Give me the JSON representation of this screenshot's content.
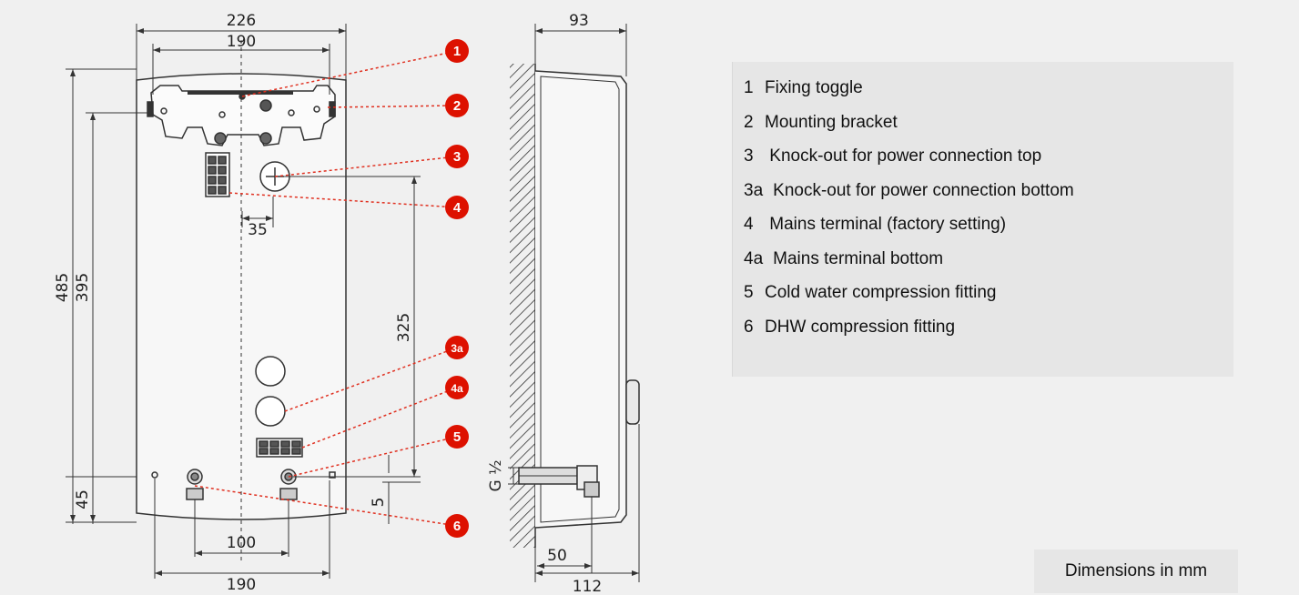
{
  "dimensions": {
    "front_width": "226",
    "bracket_width": "190",
    "height_total": "485",
    "height_bracket": "395",
    "offset_35": "35",
    "knockout_height": "325",
    "bottom_45": "45",
    "bottom_5": "5",
    "fittings_spacing": "100",
    "bottom_width": "190",
    "side_depth": "93",
    "thread": "G ½",
    "side_50": "50",
    "side_112": "112"
  },
  "callouts": [
    "1",
    "2",
    "3",
    "4",
    "3a",
    "4a",
    "5",
    "6"
  ],
  "legend": {
    "items": [
      {
        "num": "1",
        "text": "Fixing toggle"
      },
      {
        "num": "2",
        "text": "Mounting bracket"
      },
      {
        "num": "3",
        "text": " Knock-out for power connection top"
      },
      {
        "num": "3a",
        "text": "Knock-out for power connection bottom"
      },
      {
        "num": "4",
        "text": " Mains terminal (factory setting)"
      },
      {
        "num": "4a",
        "text": "Mains terminal bottom"
      },
      {
        "num": "5",
        "text": "Cold water compression fitting"
      },
      {
        "num": "6",
        "text": "DHW compression fitting"
      }
    ]
  },
  "units_label": "Dimensions in mm",
  "colors": {
    "callout": "#dd1100",
    "leader": "#e03020",
    "line": "#333333",
    "legend_bg": "#e6e6e6",
    "page_bg": "#f0f0f0"
  }
}
